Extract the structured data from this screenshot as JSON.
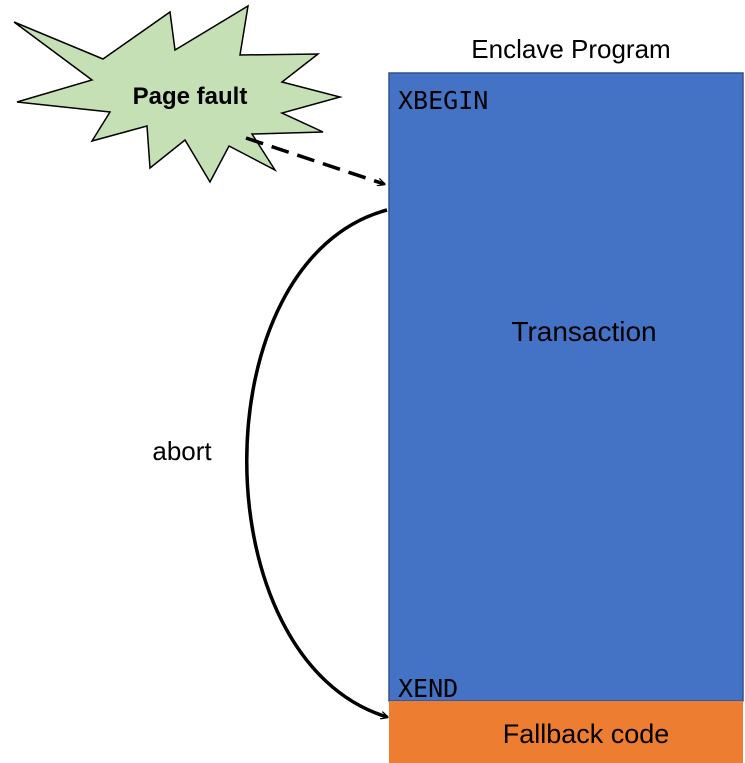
{
  "diagram": {
    "title": "Enclave Program",
    "burst_label": "Page fault",
    "xbegin_label": "XBEGIN",
    "transaction_label": "Transaction",
    "xend_label": "XEND",
    "fallback_label": "Fallback code",
    "abort_label": "abort"
  },
  "colors": {
    "program_block": "#4472c4",
    "program_border": "#2f528f",
    "fallback_block": "#ed7d31",
    "burst_fill": "#c5e0b4",
    "burst_stroke": "#000000",
    "arrow": "#000000",
    "text": "#000000"
  }
}
